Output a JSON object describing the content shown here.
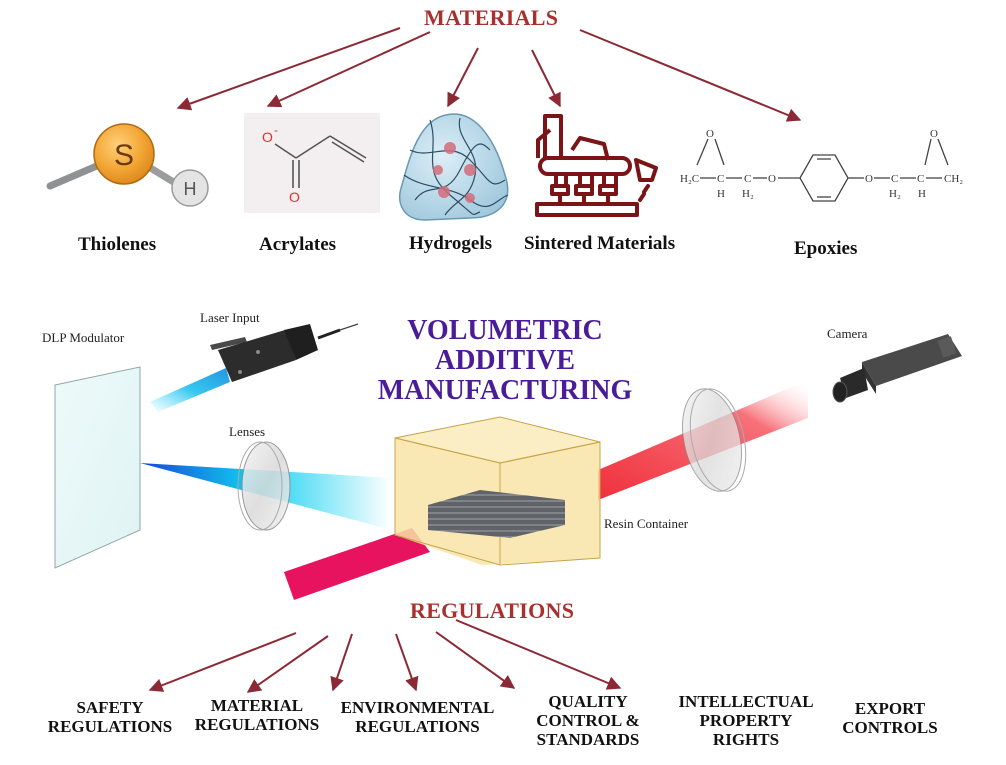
{
  "materials": {
    "heading": "MATERIALS",
    "items": [
      {
        "label": "Thiolenes",
        "icon": "thiol-molecule-icon",
        "atoms": [
          "S",
          "H"
        ]
      },
      {
        "label": "Acrylates",
        "icon": "acrylate-structure-icon",
        "atoms": [
          "O",
          "-",
          "O"
        ]
      },
      {
        "label": "Hydrogels",
        "icon": "hydrogel-network-icon"
      },
      {
        "label": "Sintered Materials",
        "icon": "sintering-machine-icon"
      },
      {
        "label": "Epoxies",
        "icon": "epoxy-structure-icon",
        "formula": {
          "left_ch2": "H₂C",
          "c": "C",
          "h": "H",
          "h2": "H₂",
          "o": "O",
          "right_ch2": "CH₂"
        }
      }
    ]
  },
  "center": {
    "title_lines": [
      "VOLUMETRIC",
      "ADDITIVE",
      "MANUFACTURING"
    ],
    "components": {
      "dlp": "DLP Modulator",
      "laser": "Laser Input",
      "lenses": "Lenses",
      "camera": "Camera",
      "resin": "Resin Container"
    }
  },
  "regulations": {
    "heading": "REGULATIONS",
    "items": [
      {
        "lines": [
          "SAFETY",
          "REGULATIONS"
        ]
      },
      {
        "lines": [
          "MATERIAL",
          "REGULATIONS"
        ]
      },
      {
        "lines": [
          "ENVIRONMENTAL",
          "REGULATIONS"
        ]
      },
      {
        "lines": [
          "QUALITY",
          "CONTROL &",
          "STANDARDS"
        ]
      },
      {
        "lines": [
          "INTELLECTUAL",
          "PROPERTY",
          "RIGHTS"
        ]
      },
      {
        "lines": [
          "EXPORT",
          "CONTROLS"
        ]
      }
    ]
  },
  "colors": {
    "heading_red": "#a8302e",
    "arrow": "#8b2a35",
    "title_purple": "#4b1c98",
    "sulfur": "#f2a533",
    "sintered": "#7a1416",
    "resin": "#f8e4a6",
    "beam_blue": "#12c8ef",
    "beam_red": "#f04a55",
    "beam_magenta": "#e8135f"
  }
}
